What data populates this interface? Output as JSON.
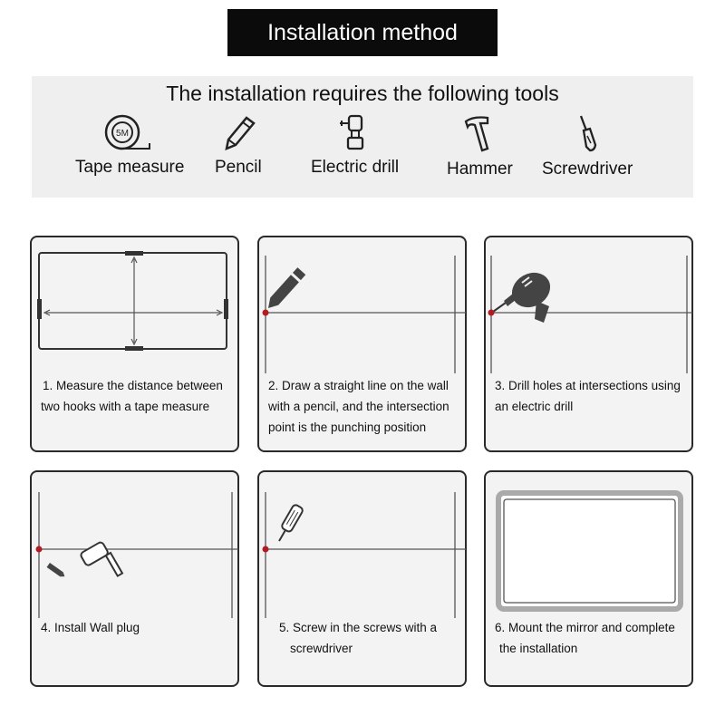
{
  "title": "Installation method",
  "tools": {
    "heading": "The installation requires the following tools",
    "items": [
      {
        "label": "Tape measure",
        "icon": "tape-measure-icon",
        "marking": "5M"
      },
      {
        "label": "Pencil",
        "icon": "pencil-icon"
      },
      {
        "label": "Electric drill",
        "icon": "electric-drill-icon"
      },
      {
        "label": "Hammer",
        "icon": "hammer-icon"
      },
      {
        "label": "Screwdriver",
        "icon": "screwdriver-icon"
      }
    ]
  },
  "steps": [
    {
      "text": "1. Measure the distance between two hooks with a tape measure"
    },
    {
      "text": "2. Draw a straight line on the wall with a pencil, and the intersection point is the punching position"
    },
    {
      "text": "3. Drill holes at intersections using an electric drill"
    },
    {
      "text": "4. Install Wall plug"
    },
    {
      "text": "5. Screw in the screws with a screwdriver"
    },
    {
      "text": "6. Mount the mirror and complete the installation"
    }
  ],
  "colors": {
    "accent": "#b01c22",
    "line": "#555555"
  }
}
